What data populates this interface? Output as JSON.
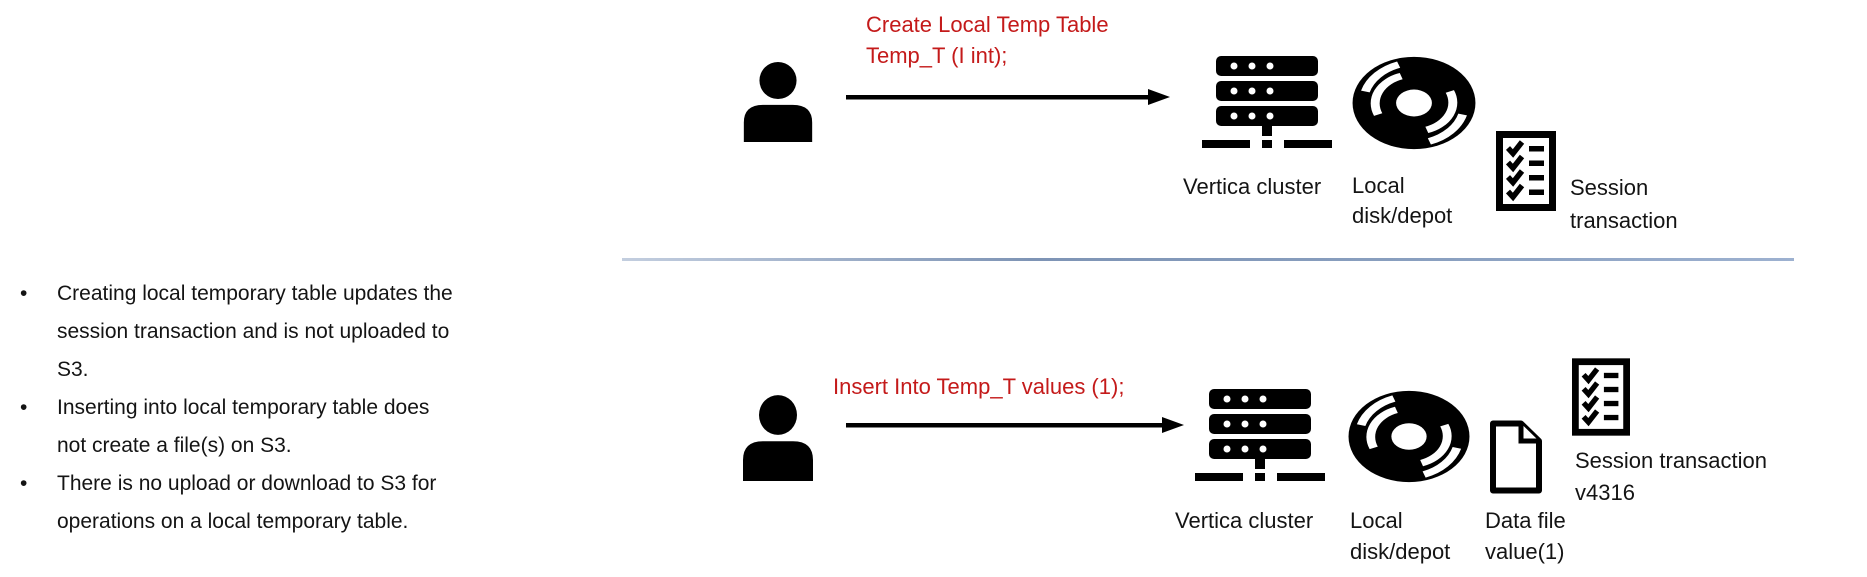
{
  "notes": {
    "bullet_char": "•",
    "bullets": [
      "Creating local temporary table updates the\nsession transaction and is not uploaded to\nS3.",
      "Inserting into local temporary table does\nnot create a file(s) on S3.",
      "There is no upload or download to S3 for\noperations on a local temporary table."
    ]
  },
  "flows": {
    "top": {
      "command": "Create Local Temp Table\nTemp_T (I int);",
      "cluster_label": "Vertica cluster",
      "disk_label": "Local\ndisk/depot",
      "transaction_label": "Session\ntransaction"
    },
    "bottom": {
      "command": "Insert Into Temp_T values (1);",
      "cluster_label": "Vertica cluster",
      "disk_label": "Local\ndisk/depot",
      "datafile_label": "Data file\nvalue(1)",
      "transaction_label": "Session transaction\nv4316"
    }
  },
  "icons": {
    "user": "user-icon",
    "server_cluster": "server-cluster-icon",
    "local_disk": "disk-icon",
    "session_transaction": "checklist-icon",
    "data_file": "data-file-icon",
    "flow_arrow": "arrow-right-icon"
  },
  "colors": {
    "command_text": "#C41A1A",
    "body_text": "#141414",
    "icon_fill": "#000000",
    "divider": "#8FA6C4",
    "background": "#FFFFFF"
  }
}
